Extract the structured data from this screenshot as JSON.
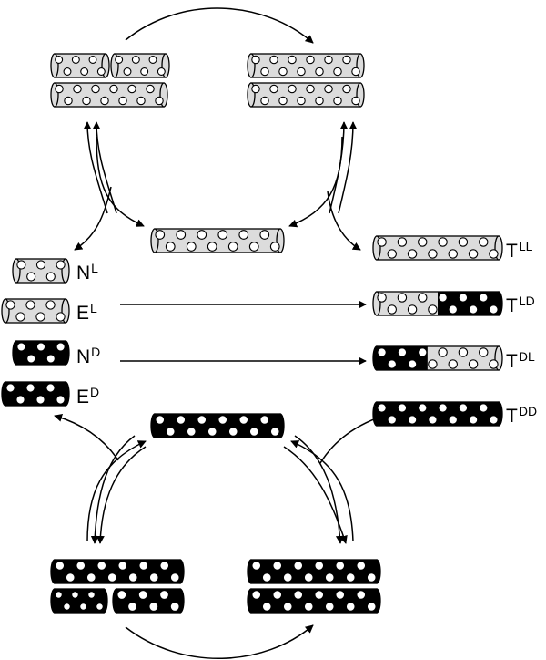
{
  "colors": {
    "light_fill": "#dcdcdc",
    "dark_fill": "#000000",
    "bead": "#ffffff",
    "stroke": "#000000"
  },
  "labels": {
    "nl": {
      "base": "N",
      "sup": "L"
    },
    "el": {
      "base": "E",
      "sup": "L"
    },
    "nd": {
      "base": "N",
      "sup": "D"
    },
    "ed": {
      "base": "E",
      "sup": "D"
    },
    "tll": {
      "base": "T",
      "sup": "LL"
    },
    "tld": {
      "base": "T",
      "sup": "LD"
    },
    "tdl": {
      "base": "T",
      "sup": "DL"
    },
    "tdd": {
      "base": "T",
      "sup": "DD"
    }
  },
  "rods": [
    {
      "name": "rod-top-left-1",
      "len": 6,
      "pattern": "LLLLLL"
    },
    {
      "name": "rod-top-left-2",
      "len": 6,
      "pattern": "LLLLLL"
    },
    {
      "name": "rod-top-left-3",
      "len": 12,
      "pattern": "LLLLLLLLLLLL"
    },
    {
      "name": "rod-top-right-1",
      "len": 12,
      "pattern": "LLLLLLLLLLLL"
    },
    {
      "name": "rod-top-right-2",
      "len": 12,
      "pattern": "LLLLLLLLLLLL"
    },
    {
      "name": "rod-center-light",
      "len": 12,
      "pattern": "LLLLLLLLLLLL"
    },
    {
      "name": "rod-nl",
      "len": 5,
      "pattern": "LLLLL"
    },
    {
      "name": "rod-el",
      "len": 6,
      "pattern": "LLLLLL"
    },
    {
      "name": "rod-nd",
      "len": 5,
      "pattern": "DDDDD"
    },
    {
      "name": "rod-ed",
      "len": 6,
      "pattern": "DDDDDD"
    },
    {
      "name": "rod-tll",
      "len": 12,
      "pattern": "LLLLLLLLLLLL"
    },
    {
      "name": "rod-tld",
      "len": 12,
      "pattern": "LLLLLLDDDDDD"
    },
    {
      "name": "rod-tdl",
      "len": 12,
      "pattern": "DDDDDLLLLLLL"
    },
    {
      "name": "rod-tdd",
      "len": 12,
      "pattern": "DDDDDDDDDDDD"
    },
    {
      "name": "rod-center-dark",
      "len": 12,
      "pattern": "DDDDDDDDDDDD"
    },
    {
      "name": "rod-bottom-left-1",
      "len": 12,
      "pattern": "DDDDDDDDDDDD"
    },
    {
      "name": "rod-bottom-left-2",
      "len": 6,
      "pattern": "DDDDDD"
    },
    {
      "name": "rod-bottom-left-3",
      "len": 6,
      "pattern": "DDDDDD"
    },
    {
      "name": "rod-bottom-right-1",
      "len": 12,
      "pattern": "DDDDDDDDDDDD"
    },
    {
      "name": "rod-bottom-right-2",
      "len": 12,
      "pattern": "DDDDDDDDDDDD"
    }
  ]
}
